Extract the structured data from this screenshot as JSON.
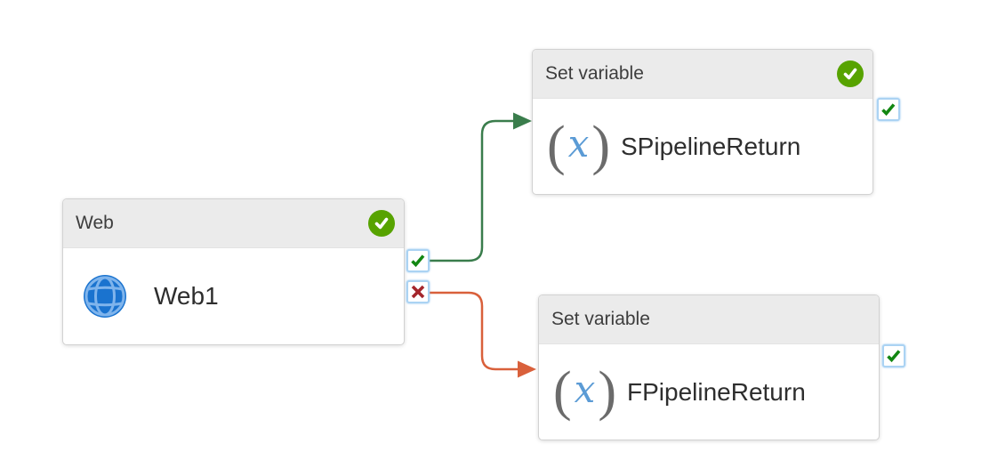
{
  "app": {
    "view": "pipeline-canvas"
  },
  "colors": {
    "header_bg": "#ebebeb",
    "node_border": "#d2d2d2",
    "header_text": "#3d3d3d",
    "body_text": "#2e2e2e",
    "badge_green": "#57a300",
    "port_border": "#abd3f3",
    "check_green": "#128712",
    "cross_red": "#a4262c",
    "success_line": "#3a7d4c",
    "failure_line": "#d9603b",
    "globe_blue": "#1a73cf",
    "globe_lines": "#7fb4ec",
    "x_blue": "#5b9bd5",
    "paren_gray": "#6b6b6b"
  },
  "icons": {
    "set_variable_open": "(",
    "set_variable_x": "x",
    "set_variable_close": ")"
  },
  "nodes": [
    {
      "type_label": "Web",
      "name": "Web1",
      "icon": "web-globe-icon",
      "status_badge": "succeeded"
    },
    {
      "type_label": "Set variable",
      "name": "SPipelineReturn",
      "icon": "set-variable-icon",
      "status_badge": "succeeded"
    },
    {
      "type_label": "Set variable",
      "name": "FPipelineReturn",
      "icon": "set-variable-icon",
      "status_badge": null
    }
  ],
  "ports": [
    {
      "node": "Web1",
      "type": "success",
      "icon": "check-icon"
    },
    {
      "node": "Web1",
      "type": "failure",
      "icon": "cross-icon"
    },
    {
      "node": "SPipelineReturn",
      "type": "success",
      "icon": "check-icon"
    },
    {
      "node": "FPipelineReturn",
      "type": "success",
      "icon": "check-icon"
    }
  ],
  "connections": [
    {
      "from": "Web1",
      "port": "success",
      "to": "SPipelineReturn",
      "color_key": "success_line"
    },
    {
      "from": "Web1",
      "port": "failure",
      "to": "FPipelineReturn",
      "color_key": "failure_line"
    }
  ]
}
